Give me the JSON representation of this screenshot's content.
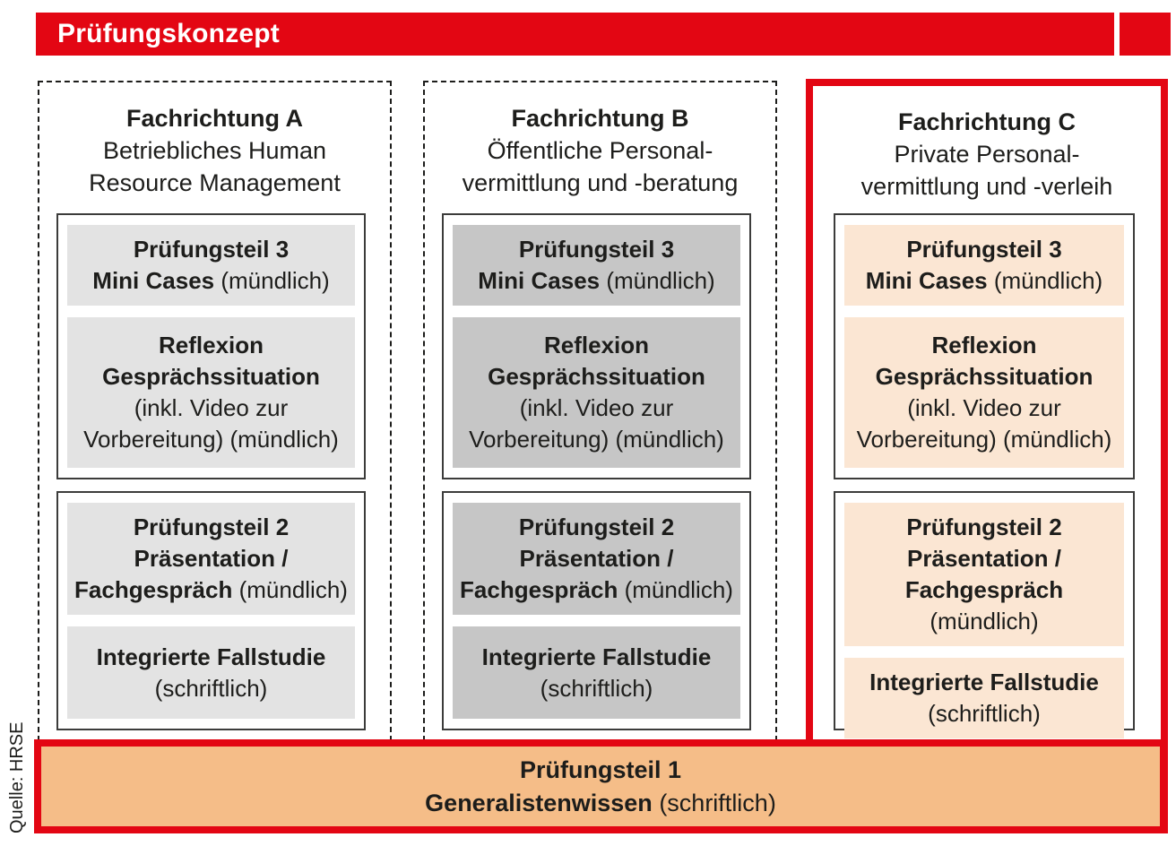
{
  "header": {
    "title": "Prüfungskonzept"
  },
  "source": "Quelle: HRSE",
  "colors": {
    "brand_red": "#e30613",
    "banner_orange": "#f5bd88",
    "column_a_fill": "#e3e3e3",
    "column_b_fill": "#c6c6c6",
    "column_c_fill": "#fbe6d3",
    "text": "#1d1d1b"
  },
  "columns": [
    {
      "title": "Fachrichtung A",
      "subtitle_lines": [
        "Betriebliches Human",
        "Resource Management"
      ]
    },
    {
      "title": "Fachrichtung B",
      "subtitle_lines": [
        "Öffentliche Personal-",
        "vermittlung und -beratung"
      ]
    },
    {
      "title": "Fachrichtung C",
      "subtitle_lines": [
        "Private Personal-",
        "vermittlung und -verleih"
      ]
    }
  ],
  "exam_parts": {
    "part3": {
      "title": "Prüfungsteil 3",
      "name": "Mini Cases",
      "mode": "(mündlich)"
    },
    "reflexion": {
      "line1": "Reflexion",
      "line2": "Gesprächssituation",
      "line3": "(inkl. Video zur",
      "line4": "Vorbereitung) (mündlich)"
    },
    "part2": {
      "title": "Prüfungsteil 2",
      "line2": "Präsentation /",
      "name": "Fachgespräch",
      "mode": "(mündlich)"
    },
    "case_study": {
      "name": "Integrierte Fallstudie",
      "mode": "(schriftlich)"
    },
    "part1": {
      "title": "Prüfungsteil 1",
      "name": "Generalistenwissen",
      "mode": "(schriftlich)"
    }
  }
}
